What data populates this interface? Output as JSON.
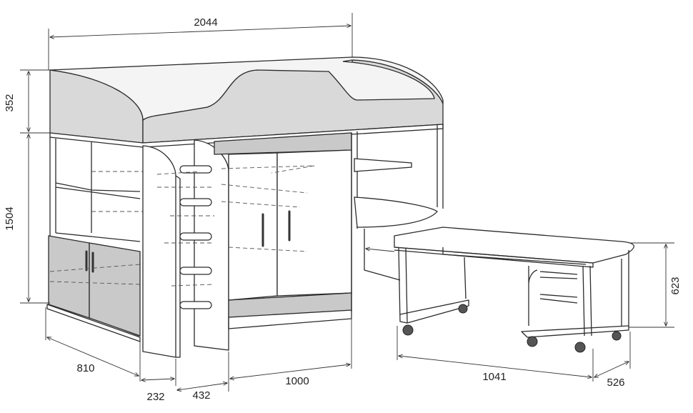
{
  "dimensions": {
    "total_length": "2044",
    "top_guard_height": "352",
    "bed_height": "1504",
    "depth": "810",
    "ladder_depth": "232",
    "ladder_width": "432",
    "cabinet_width": "1000",
    "desk_height": "623",
    "desk_length": "1041",
    "desk_depth": "526"
  },
  "colors": {
    "line": "#2b2b2b",
    "panel_fill": "#d9d9d9",
    "panel_dark": "#c9c9c9",
    "background": "#ffffff"
  }
}
